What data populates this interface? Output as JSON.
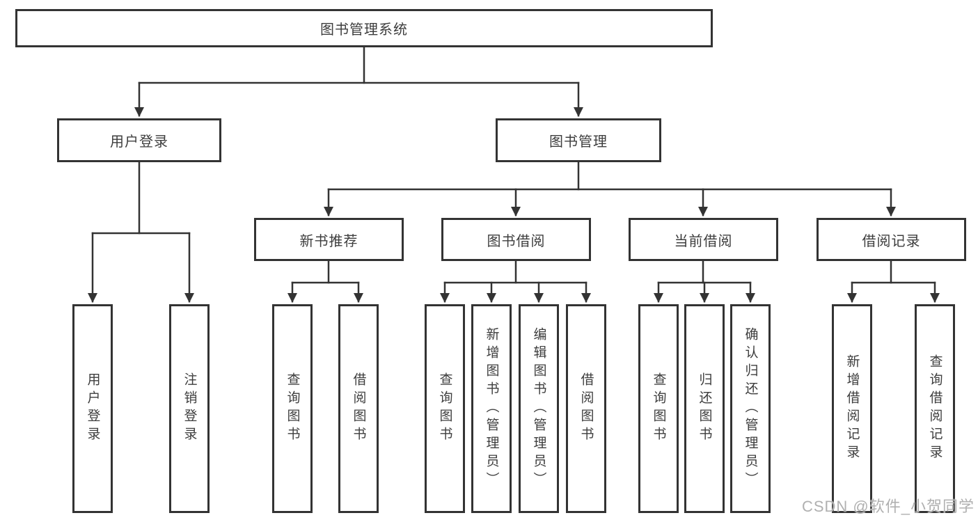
{
  "diagram": {
    "root": {
      "label": "图书管理系统"
    },
    "user_login": {
      "label": "用户登录",
      "children": [
        "用户登录",
        "注销登录"
      ]
    },
    "book_management": {
      "label": "图书管理"
    },
    "new_book": {
      "label": "新书推荐",
      "children": [
        "查询图书",
        "借阅图书"
      ]
    },
    "book_borrow": {
      "label": "图书借阅",
      "children": [
        "查询图书",
        "新增图书（管理员）",
        "编辑图书（管理员）",
        "借阅图书"
      ]
    },
    "current_borrow": {
      "label": "当前借阅",
      "children": [
        "查询图书",
        "归还图书",
        "确认归还（管理员）"
      ]
    },
    "borrow_record": {
      "label": "借阅记录",
      "children": [
        "新增借阅记录",
        "查询借阅记录"
      ]
    }
  },
  "watermark": "CSDN @软件_小贺同学",
  "colors": {
    "background": "#ffffff",
    "box_border": "#333333",
    "line": "#333333",
    "text": "#3d3d3d",
    "watermark": "#b0b0b0"
  }
}
